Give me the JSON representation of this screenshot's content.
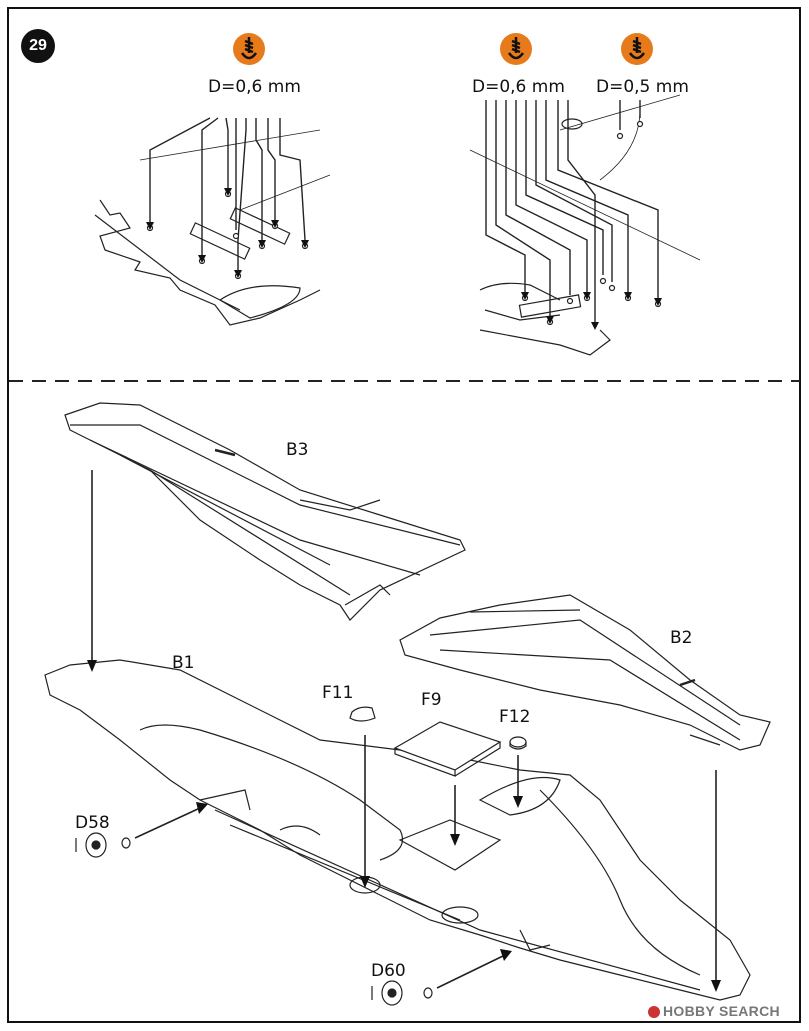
{
  "step": {
    "number": "29"
  },
  "drill_groups": [
    {
      "label": "D=0,6 mm",
      "icon": "drill-bit-icon"
    },
    {
      "label": "D=0,6 mm",
      "icon": "drill-bit-icon"
    },
    {
      "label": "D=0,5 mm",
      "icon": "drill-bit-icon"
    }
  ],
  "parts": {
    "b3": "B3",
    "b2": "B2",
    "b1": "B1",
    "f11": "F11",
    "f9": "F9",
    "f12": "F12",
    "d58": "D58",
    "d60": "D60"
  },
  "watermark": {
    "text": "HOBBY SEARCH"
  },
  "colors": {
    "drill_icon": "#e77b1c",
    "line": "#111111"
  }
}
